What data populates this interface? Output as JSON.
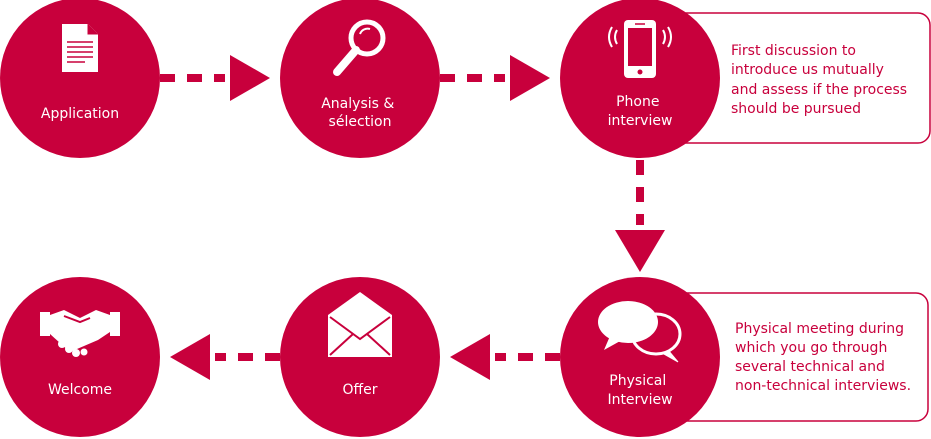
{
  "colors": {
    "accent": "#c8003c",
    "background": "#ffffff",
    "label": "#ffffff"
  },
  "steps": [
    {
      "id": "application",
      "icon": "document-icon",
      "lines": [
        "Application"
      ]
    },
    {
      "id": "analysis",
      "icon": "magnifier-icon",
      "lines": [
        "Analysis &",
        "sélection"
      ]
    },
    {
      "id": "phone",
      "icon": "phone-icon",
      "lines": [
        "Phone",
        "interview"
      ]
    },
    {
      "id": "physical",
      "icon": "speech-bubbles-icon",
      "lines": [
        "Physical",
        "Interview"
      ]
    },
    {
      "id": "offer",
      "icon": "envelope-icon",
      "lines": [
        "Offer"
      ]
    },
    {
      "id": "welcome",
      "icon": "handshake-icon",
      "lines": [
        "Welcome"
      ]
    }
  ],
  "notes": {
    "phone": [
      "First discussion to",
      "introduce us mutually",
      "and assess if the process",
      "should be pursued"
    ],
    "physical": [
      "Physical meeting during",
      "which you go through",
      "several technical and",
      "non-technical interviews."
    ]
  }
}
